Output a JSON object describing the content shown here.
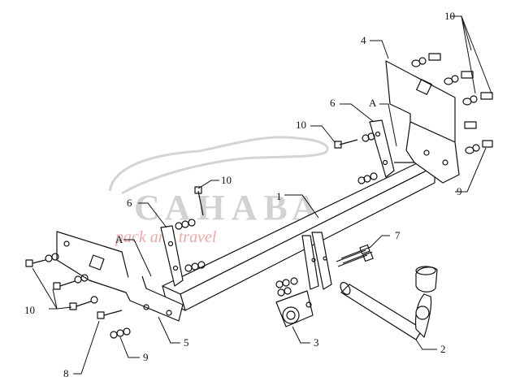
{
  "diagram": {
    "labels": {
      "bar": "1",
      "ball": "2",
      "socket_plate": "3",
      "bracket_right": "4",
      "bracket_left": "5",
      "plate_left": "6",
      "plate_right": "6",
      "bolt_set": "7",
      "bolt_single": "8",
      "nut_left": "9",
      "nut_right": "9",
      "hw_top_right": "10",
      "hw_mid": "10",
      "hw_upper": "10",
      "hw_left": "10",
      "mark_left": "A",
      "mark_right": "A"
    }
  },
  "watermark": {
    "brand": "САНАВА",
    "tagline": "pack and travel"
  },
  "colors": {
    "line": "#111111",
    "watermark_gray": "#c9c9c9",
    "watermark_red": "#e6a3a3"
  }
}
